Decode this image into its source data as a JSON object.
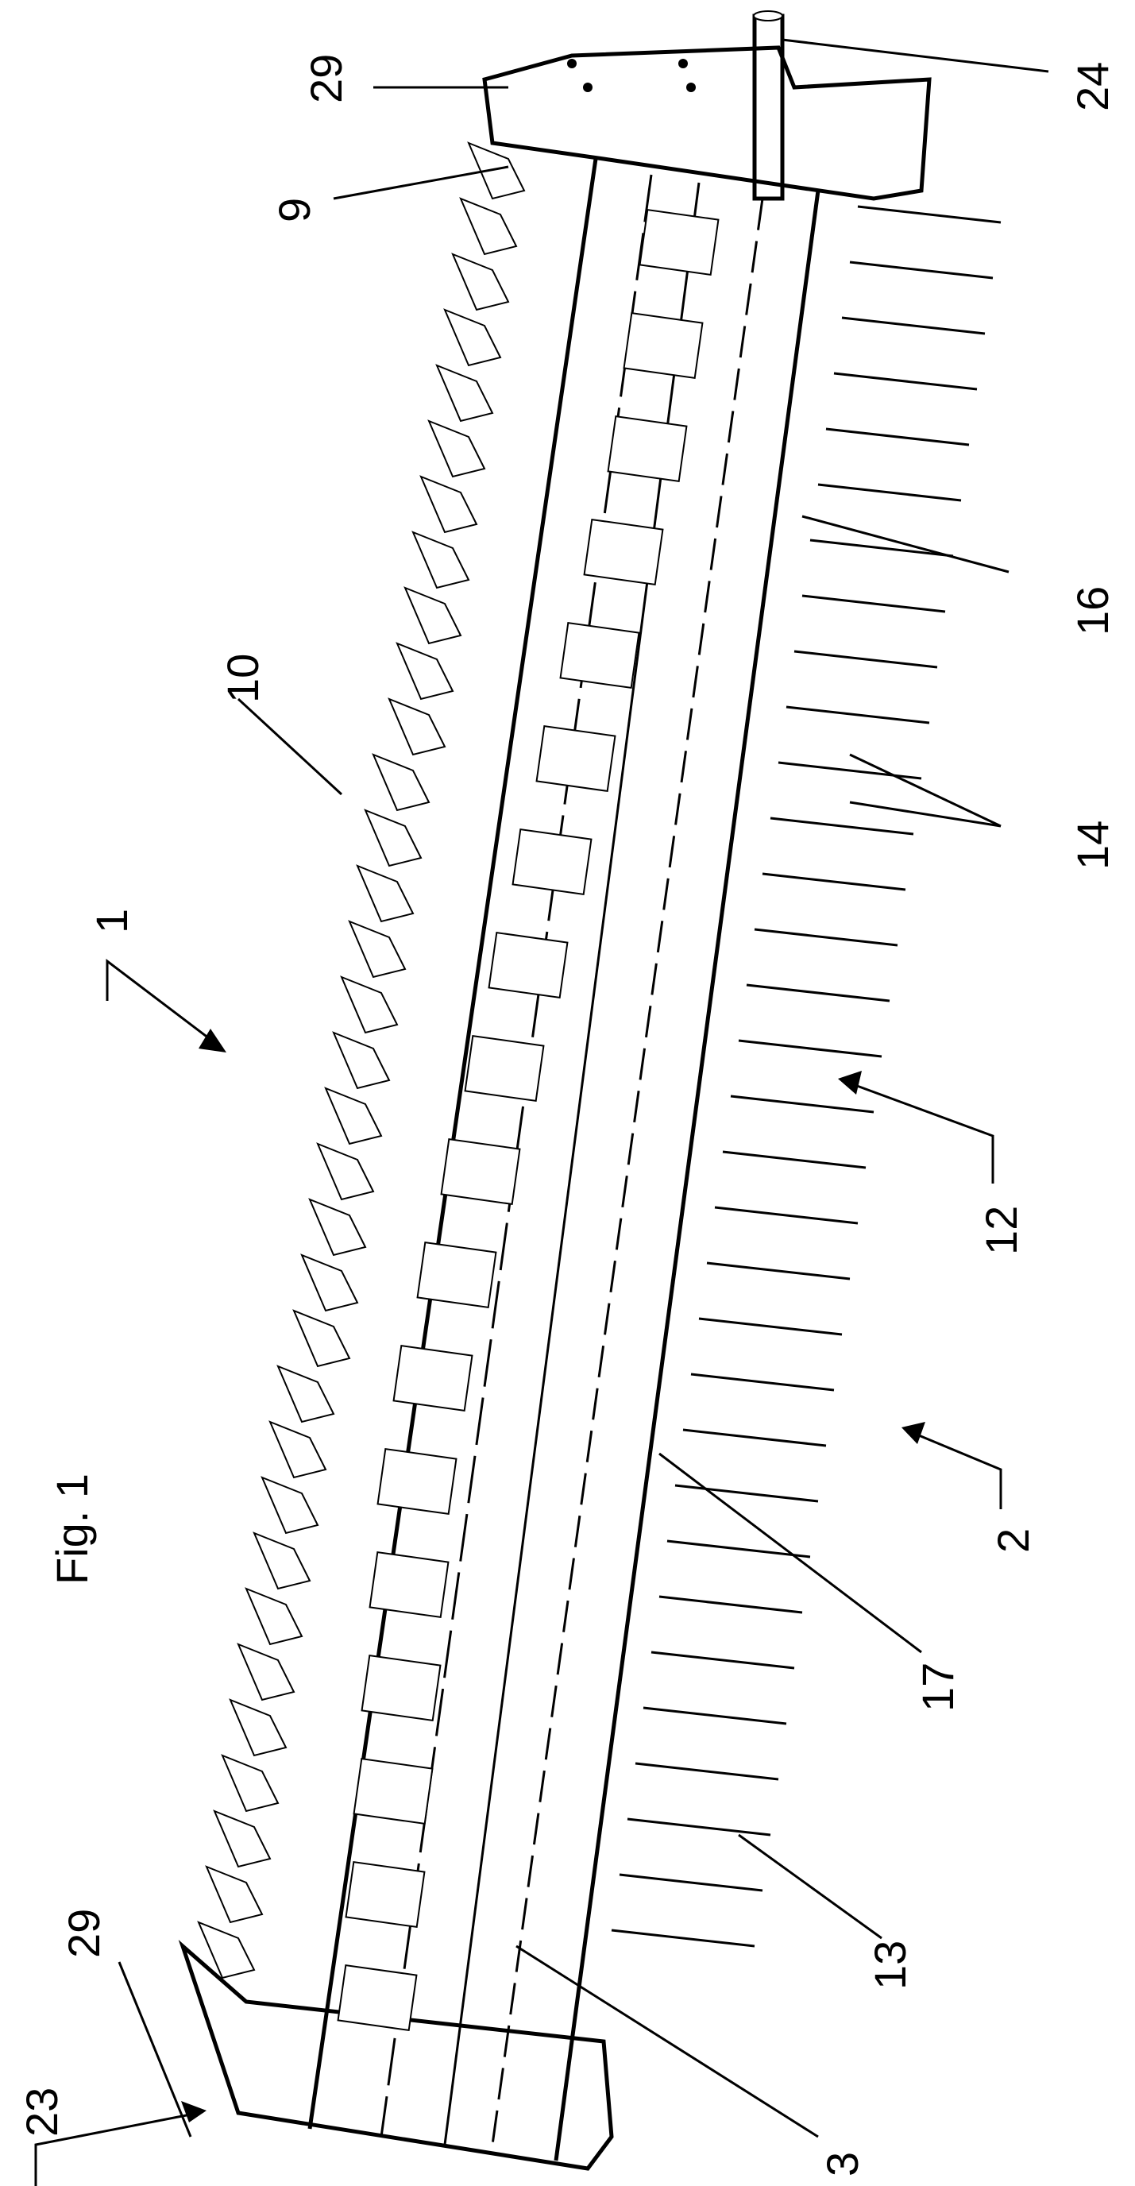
{
  "figure": {
    "title": "Fig. 1",
    "labels": {
      "l29_top": "29",
      "l24": "24",
      "l9": "9",
      "l10": "10",
      "l1": "1",
      "l16": "16",
      "l14": "14",
      "l12": "12",
      "l2": "2",
      "l17": "17",
      "l13": "13",
      "l29_bottom": "29",
      "l23": "23",
      "l3": "3"
    }
  }
}
